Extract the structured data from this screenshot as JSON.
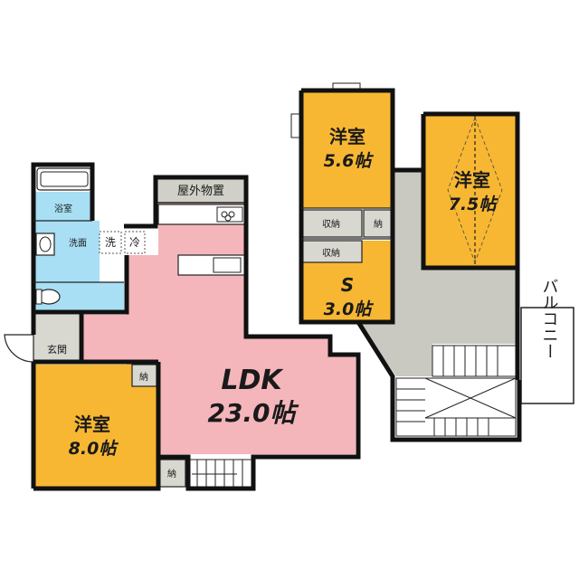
{
  "colors": {
    "bedroom": "#f7b733",
    "ldk": "#f4b6bb",
    "water": "#a8dff4",
    "hall": "#c9c9c2",
    "storage": "#d8d8d0",
    "wall": "#111111"
  },
  "rooms": {
    "ldk_name": "LDK",
    "ldk_size": "23.0帖",
    "bedroom_8_name": "洋室",
    "bedroom_8_size": "8.0帖",
    "bedroom_56_name": "洋室",
    "bedroom_56_size": "5.6帖",
    "bedroom_75_name": "洋室",
    "bedroom_75_size": "7.5帖",
    "s_name": "S",
    "s_size": "3.0帖"
  },
  "labels": {
    "outdoor_storage": "屋外物置",
    "bath": "浴室",
    "washroom": "洗面",
    "washer": "洗",
    "fridge": "冷",
    "entrance": "玄関",
    "storage_a": "収納",
    "storage_b": "納",
    "storage_c": "収納",
    "nou_1": "納",
    "nou_2": "納",
    "balcony": "バルコニー"
  }
}
